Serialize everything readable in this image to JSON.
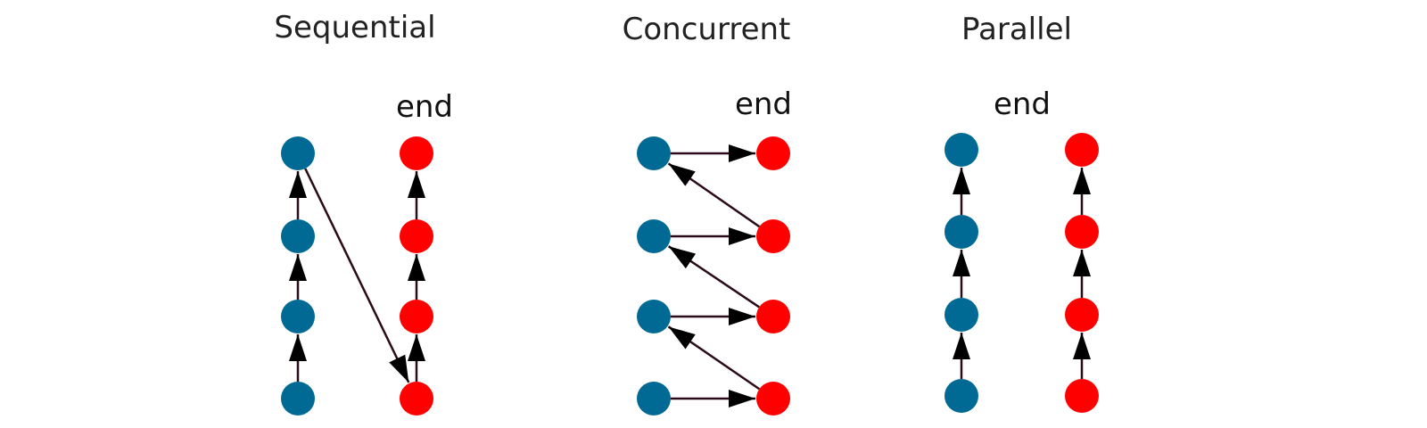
{
  "panels": {
    "sequential": {
      "title": "Sequential",
      "end_label": "end"
    },
    "concurrent": {
      "title": "Concurrent",
      "end_label": "end"
    },
    "parallel": {
      "title": "Parallel",
      "end_label": "end"
    }
  },
  "colors": {
    "blue": "#006a94",
    "red": "#ff0000",
    "arrow": "#2b0a1a"
  }
}
